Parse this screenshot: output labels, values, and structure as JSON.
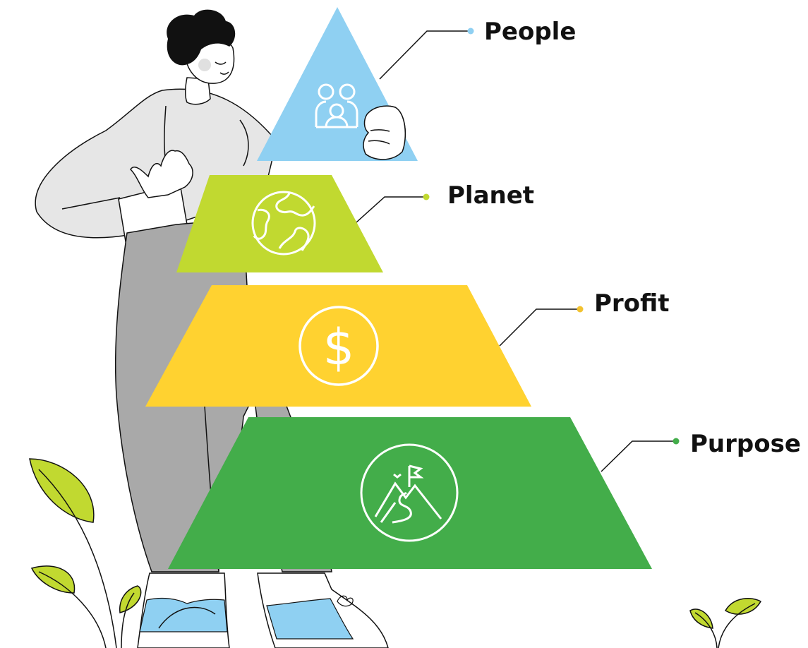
{
  "diagram": {
    "layers": [
      {
        "id": "people",
        "label": "People",
        "icon": "people-group-icon",
        "color": "#8fd0f2",
        "dot_color": "#8fd0f2"
      },
      {
        "id": "planet",
        "label": "Planet",
        "icon": "globe-icon",
        "color": "#c1d930",
        "dot_color": "#c1d930"
      },
      {
        "id": "profit",
        "label": "Profit",
        "icon": "dollar-icon",
        "color": "#ffd230",
        "dot_color": "#f2c230"
      },
      {
        "id": "purpose",
        "label": "Purpose",
        "icon": "mountain-flag-icon",
        "color": "#43ad4a",
        "dot_color": "#43ad4a"
      }
    ]
  },
  "colors": {
    "sweater": "#e6e6e6",
    "pants": "#a9a9a9",
    "shoe_accent": "#8fd0f2",
    "leaf": "#c1d930",
    "outline": "#111111"
  }
}
